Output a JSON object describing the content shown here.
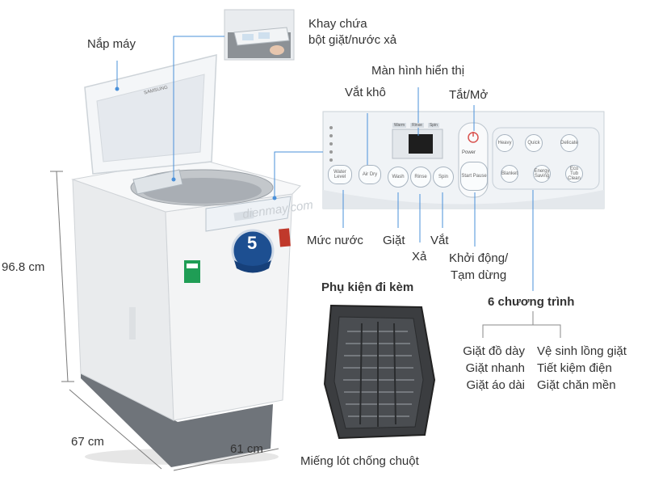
{
  "labels": {
    "lid": "Nắp máy",
    "tray_line1": "Khay chứa",
    "tray_line2": "bột giặt/nước xả",
    "display": "Màn hình hiển thị",
    "spin_dry": "Vắt khô",
    "power": "Tắt/Mở",
    "water_level": "Mức nước",
    "wash": "Giặt",
    "rinse": "Xả",
    "spin": "Vắt",
    "start_line1": "Khởi động/",
    "start_line2": "Tạm dừng",
    "programs_title": "6 chương trình",
    "accessory_title": "Phụ kiện đi kèm",
    "accessory_name": "Miếng lót chống chuột"
  },
  "dimensions": {
    "height": "96.8 cm",
    "depth": "67 cm",
    "width": "61 cm"
  },
  "programs_left": [
    "Giặt đồ dày",
    "Giặt nhanh",
    "Giặt áo dài"
  ],
  "programs_right": [
    "Vệ sinh lồng giặt",
    "Tiết kiệm điện",
    "Giặt chăn mền"
  ],
  "panel": {
    "display_tabs": [
      "Warm",
      "Rinse",
      "Spin"
    ],
    "power_label": "Power",
    "start_label": "Start Pause",
    "water_label": "Water Level",
    "dry_label": "Air Dry",
    "wash_label": "Wash",
    "rinse_label": "Rinse",
    "spin_label": "Spin",
    "prog_labels": [
      "Heavy",
      "Quick",
      "Delicate",
      "Blanket",
      "Energy Saving",
      "Eco Tub Clean"
    ]
  },
  "watermark": "dienmay.com",
  "brand": "SAMSUNG",
  "badge": "5"
}
